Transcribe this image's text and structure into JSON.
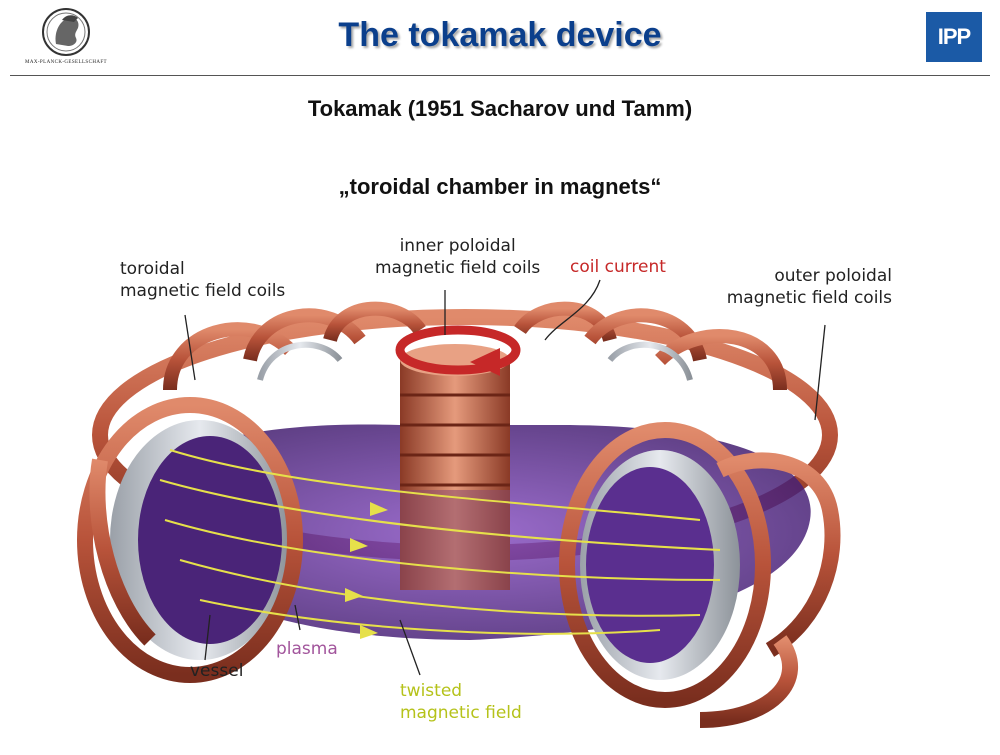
{
  "header": {
    "title": "The tokamak device",
    "left_logo_caption": "MAX-PLANCK-GESELLSCHAFT",
    "right_logo_text": "IPP"
  },
  "subtitle": "Tokamak (1951 Sacharov und Tamm)",
  "quote": "„toroidal chamber in magnets“",
  "diagram_labels": {
    "toroidal_coils": [
      "toroidal",
      "magnetic field coils"
    ],
    "inner_poloidal": [
      "inner poloidal",
      "magnetic field coils"
    ],
    "coil_current": "coil current",
    "outer_poloidal": [
      "outer poloidal",
      "magnetic field coils"
    ],
    "vessel": "vessel",
    "plasma": "plasma",
    "twisted_field": [
      "twisted",
      "magnetic field"
    ]
  },
  "colors": {
    "title_blue": "#0b3f8c",
    "ipp_blue": "#1b5aa6",
    "copper": "#b8533a",
    "plasma": "#5b2a8a",
    "field_line": "#e6e04a",
    "coil_current": "#c62828",
    "plasma_label": "#a2559c",
    "field_label": "#b5c21a"
  }
}
